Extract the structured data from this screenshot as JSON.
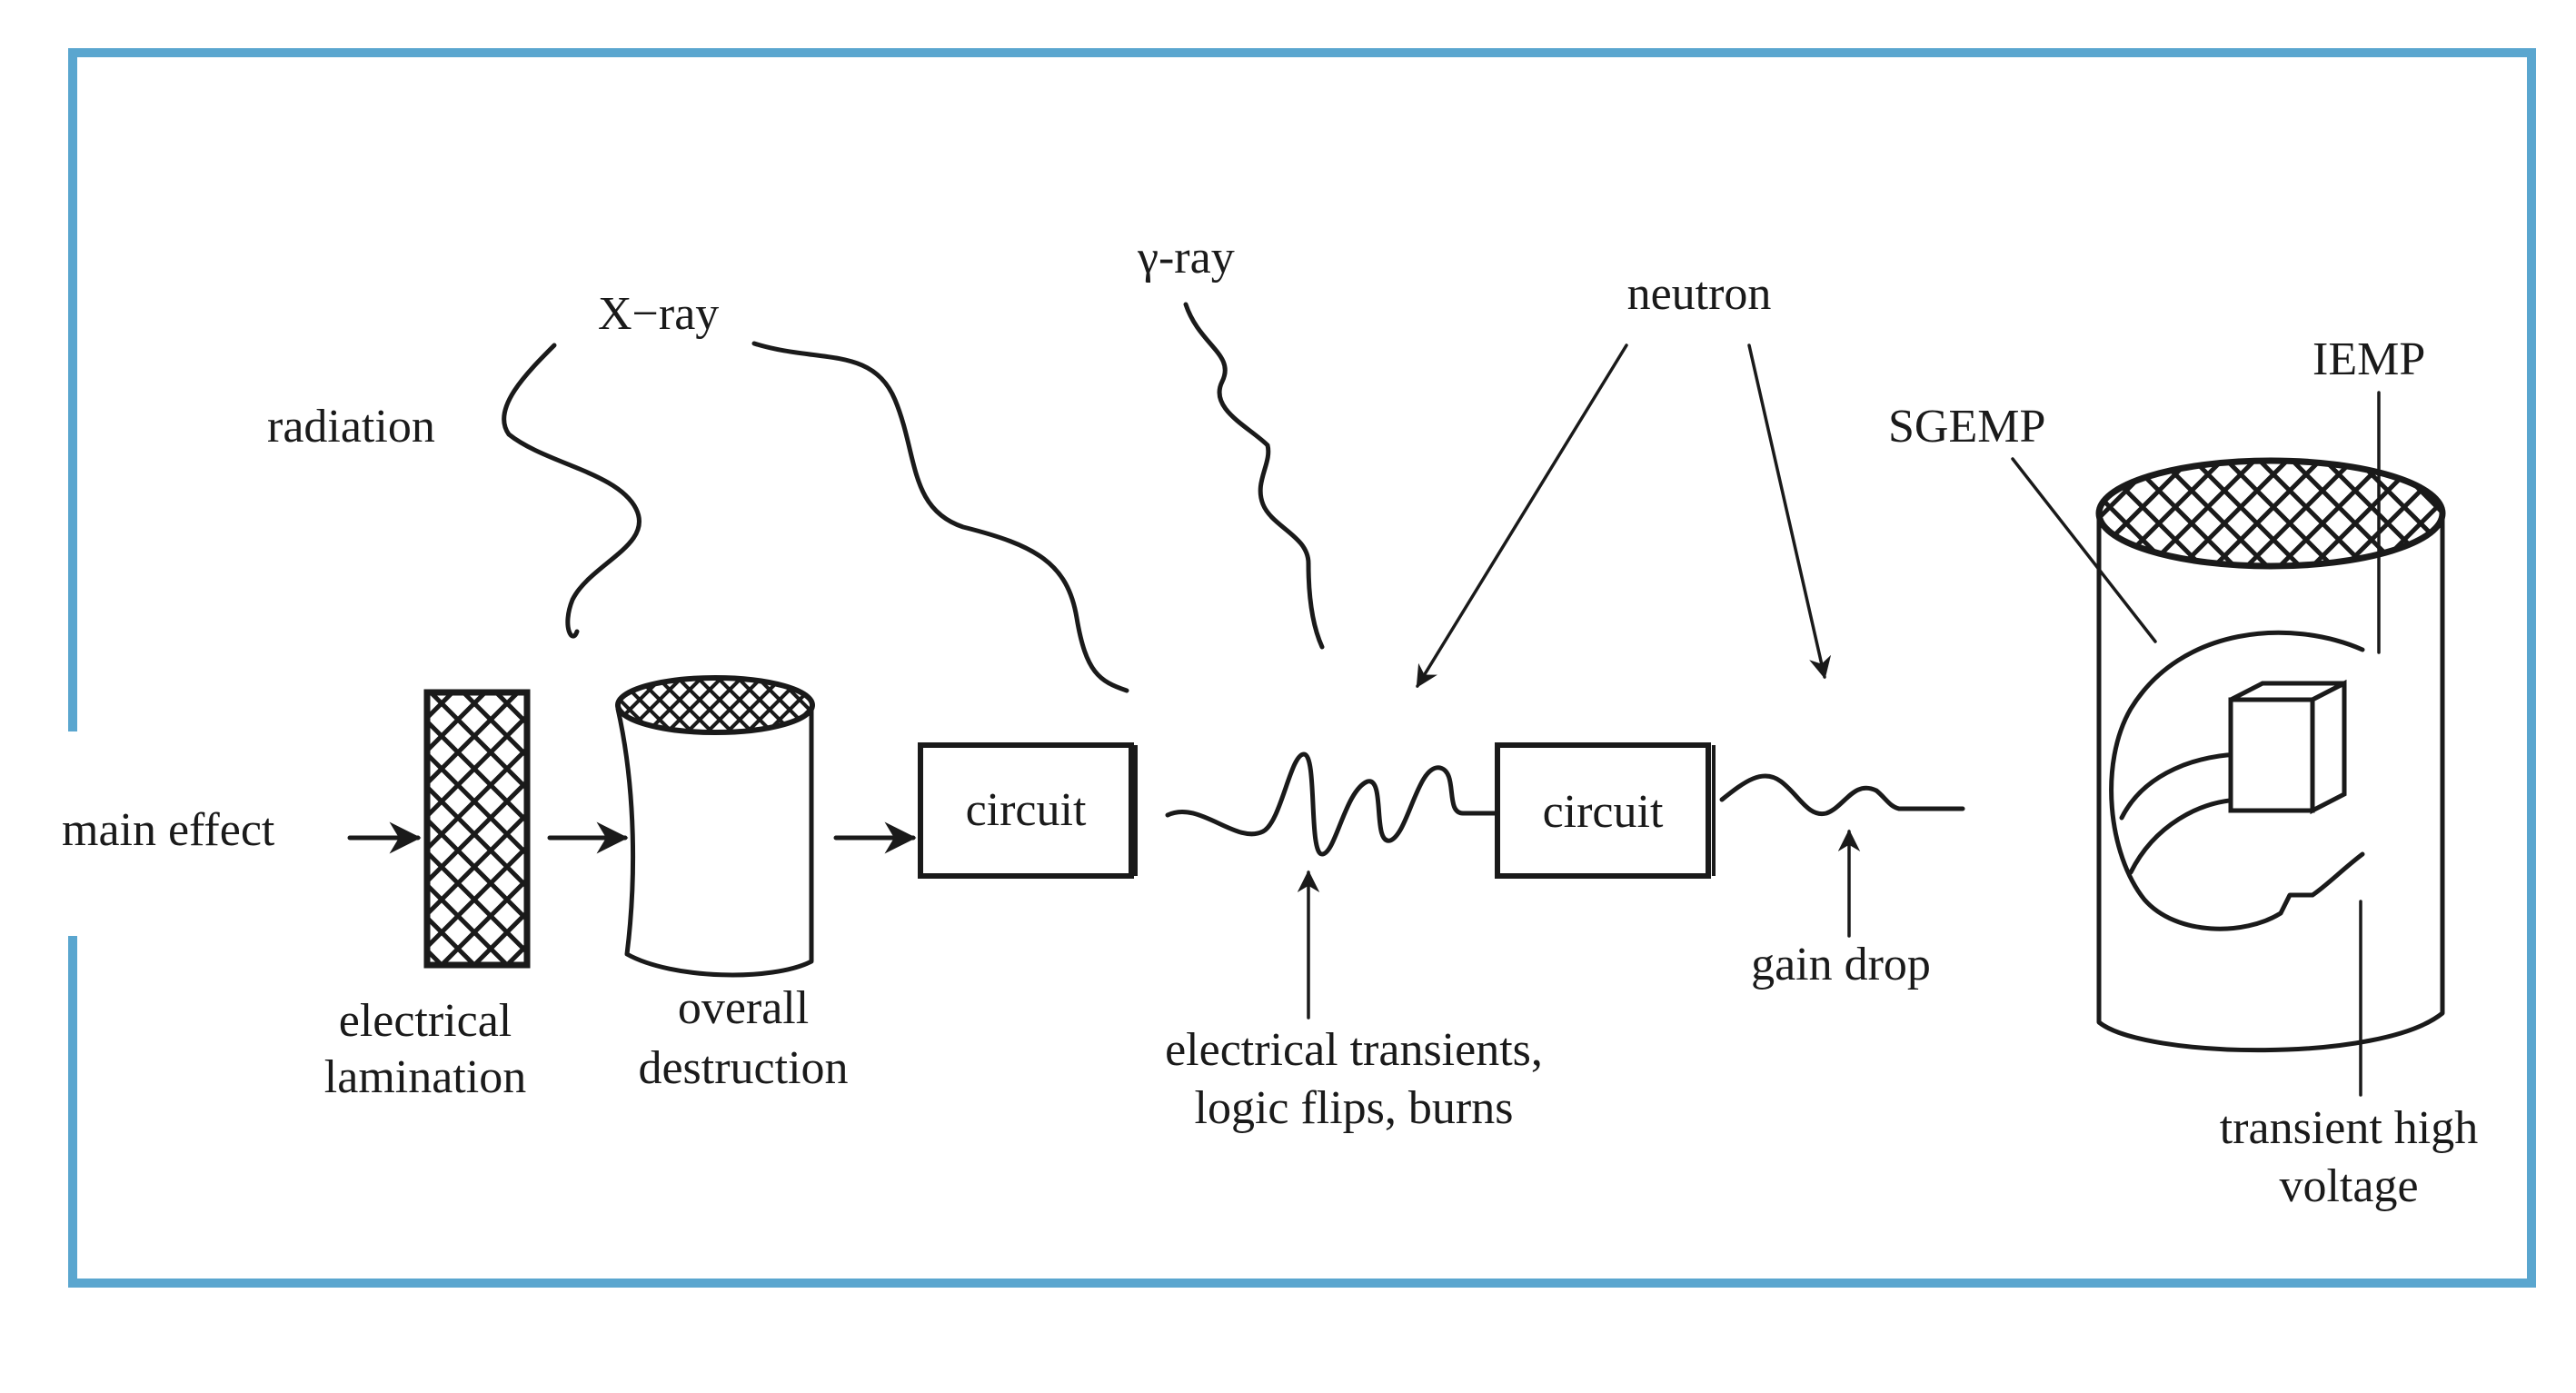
{
  "frame_color": "#5aa6cf",
  "line_color": "#1a1a1a",
  "labels": {
    "main_effect": "main effect",
    "radiation": "radiation",
    "x_ray": "X−ray",
    "gamma_ray": "γ-ray",
    "neutron": "neutron",
    "sgemp": "SGEMP",
    "iemp": "IEMP",
    "circuit_1": "circuit",
    "circuit_2": "circuit",
    "electrical_lamination_1": "electrical",
    "electrical_lamination_2": "lamination",
    "overall_destruction_1": "overall",
    "overall_destruction_2": "destruction",
    "electrical_transients_1": "electrical transients,",
    "electrical_transients_2": "logic flips, burns",
    "gain_drop": "gain drop",
    "transient_high_voltage_1": "transient high",
    "transient_high_voltage_2": "voltage"
  }
}
